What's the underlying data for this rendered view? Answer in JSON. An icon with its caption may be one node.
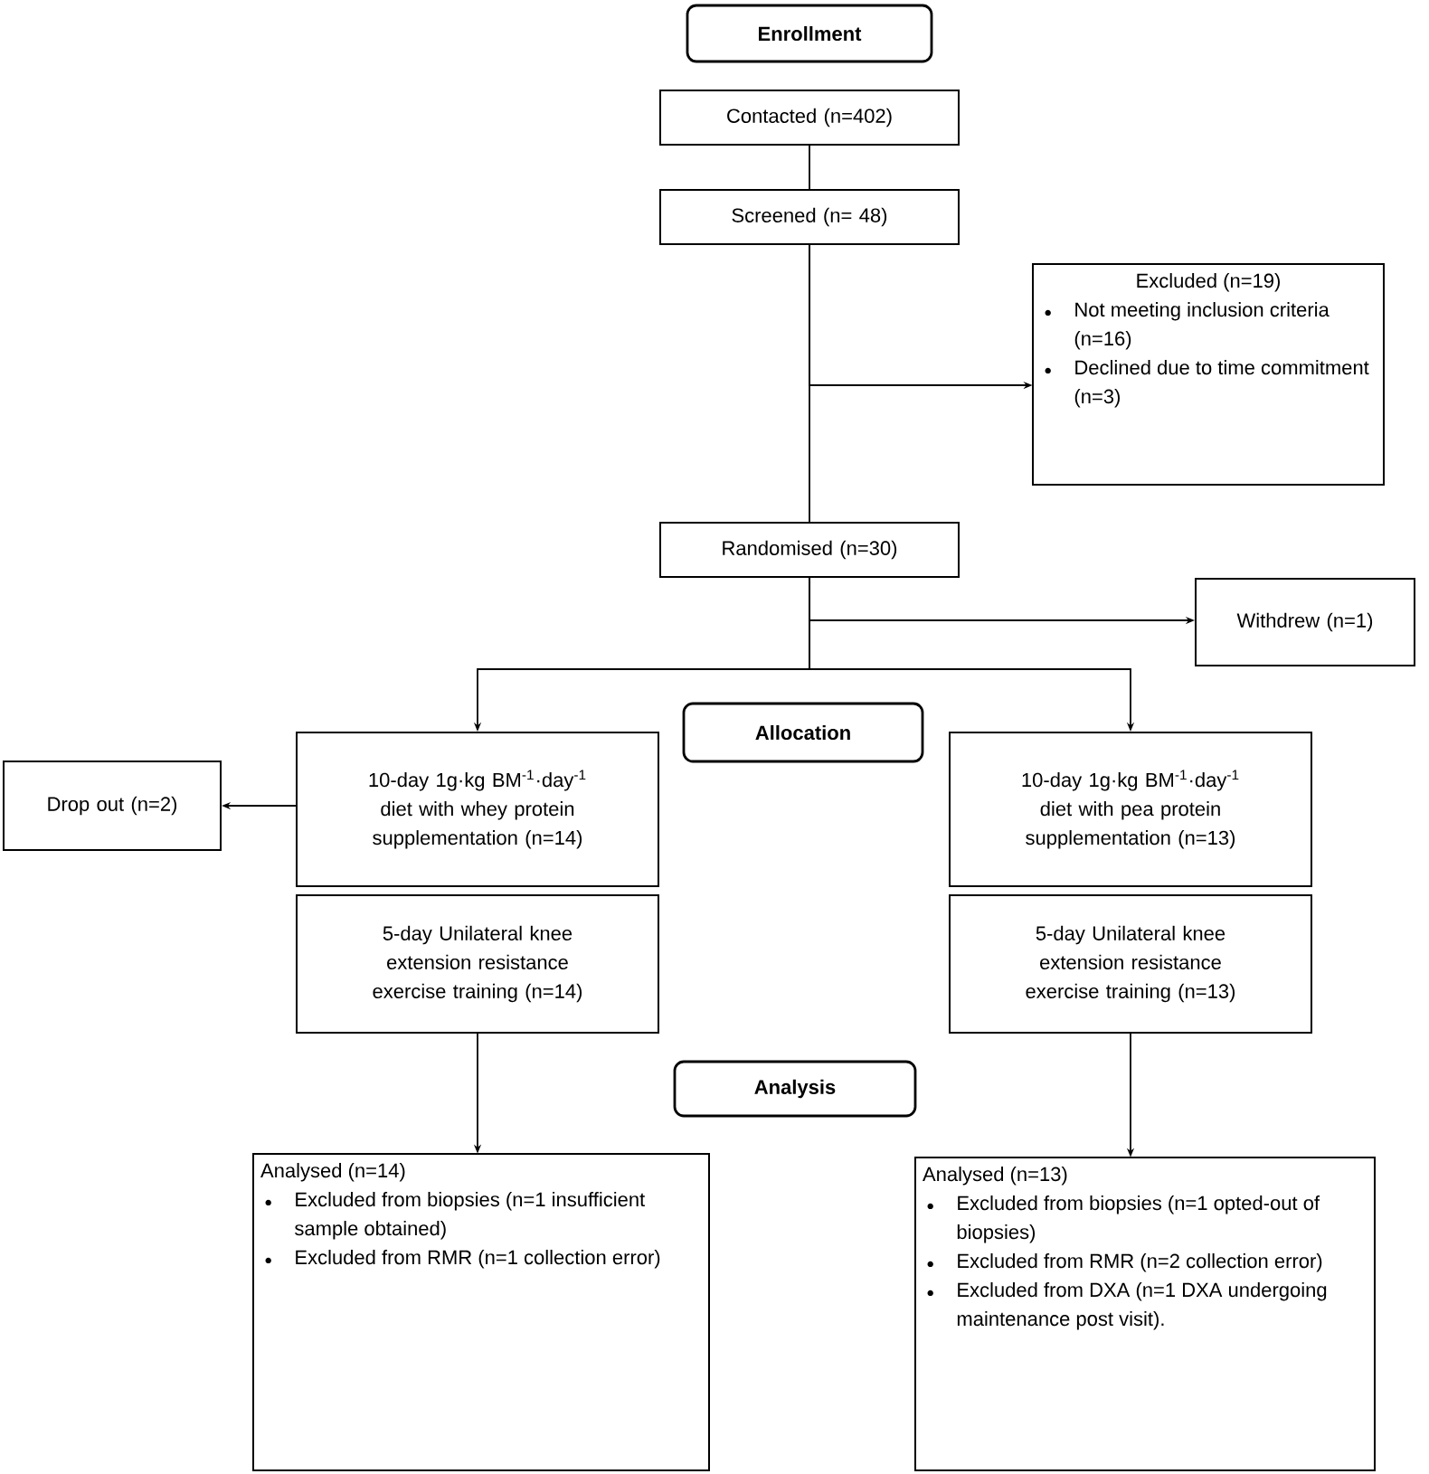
{
  "diagram": {
    "nodes": [
      {
        "text": [
          "Enrollment"
        ]
      },
      {
        "text": [
          "Contacted (n=402)"
        ]
      },
      {
        "text": [
          "Screened (n= 48)"
        ]
      },
      {
        "text": [
          "Excluded (n=19)",
          "Not meeting inclusion criteria (n=16)",
          "Declined due to time commitment (n=3)"
        ]
      },
      {
        "text": [
          "Randomised (n=30)"
        ]
      },
      {
        "text": [
          "Withdrew (n=1)"
        ]
      },
      {
        "text": [
          "Allocation"
        ]
      },
      {
        "text": [
          "10-day 1g·kg BM$^{-1}$·day$^{-1}$ diet with whey protein supplementation (n=14)"
        ]
      },
      {
        "text": [
          "Drop out (n=2)"
        ]
      },
      {
        "text": [
          "10-day 1g·kg BM$^{-1}$·day$^{-1}$ diet with pea protein supplementation (n=13)"
        ]
      },
      {
        "text": [
          "5-day Unilateral knee extension resistance exercise training (n=14)"
        ]
      },
      {
        "text": [
          "5-day Unilateral knee extension resistance exercise training (n=13)"
        ]
      },
      {
        "text": [
          "Analysis"
        ]
      },
      {
        "text": [
          "Analysed (n=14)",
          "Excluded from biopsies (n=1 insufficient sample obtained)",
          "Excluded from RMR (n=1 collection error)"
        ]
      },
      {
        "text": [
          "Analysed (n=13)",
          "Excluded from biopsies (n=1 opted-out of biopsies)",
          "Excluded from RMR (n=2 collection error)",
          "Excluded from DXA (n=1 DXA undergoing maintenance post visit)."
        ]
      }
    ],
    "edges": [
      {
        "from": 1,
        "to": 2,
        "arrow": "none"
      },
      {
        "from": 2,
        "to": 3,
        "arrow": "to"
      },
      {
        "from": 2,
        "to": 4,
        "arrow": "none"
      },
      {
        "from": 4,
        "to": 5,
        "arrow": "to"
      },
      {
        "from": 4,
        "to": 7,
        "arrow": "to"
      },
      {
        "from": 4,
        "to": 9,
        "arrow": "to"
      },
      {
        "from": 7,
        "to": 8,
        "arrow": "to"
      },
      {
        "from": 10,
        "to": 13,
        "arrow": "to"
      },
      {
        "from": 11,
        "to": 14,
        "arrow": "to"
      }
    ]
  }
}
